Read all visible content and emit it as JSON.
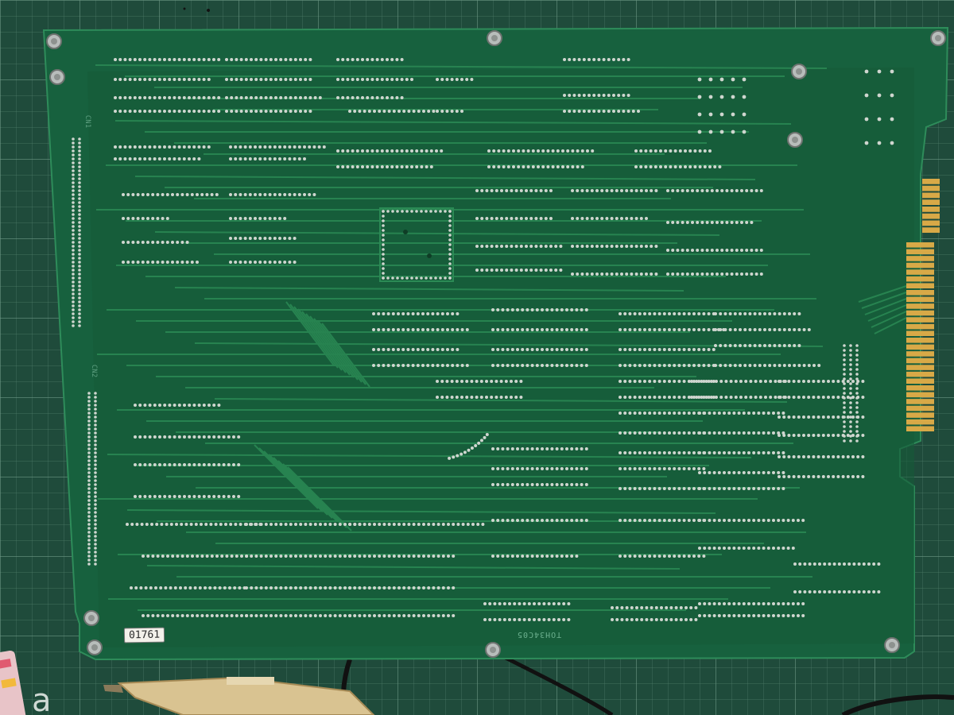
{
  "photo": {
    "sticker_label": "01761",
    "part_number": "TOH34C05",
    "connector_labels": [
      "CN1",
      "CN2"
    ],
    "colors": {
      "mat": "#1e4a3a",
      "board": "#17613e",
      "trace": "#2b8a55",
      "solder": "#cfd6cf",
      "gold": "#d8a947"
    }
  }
}
